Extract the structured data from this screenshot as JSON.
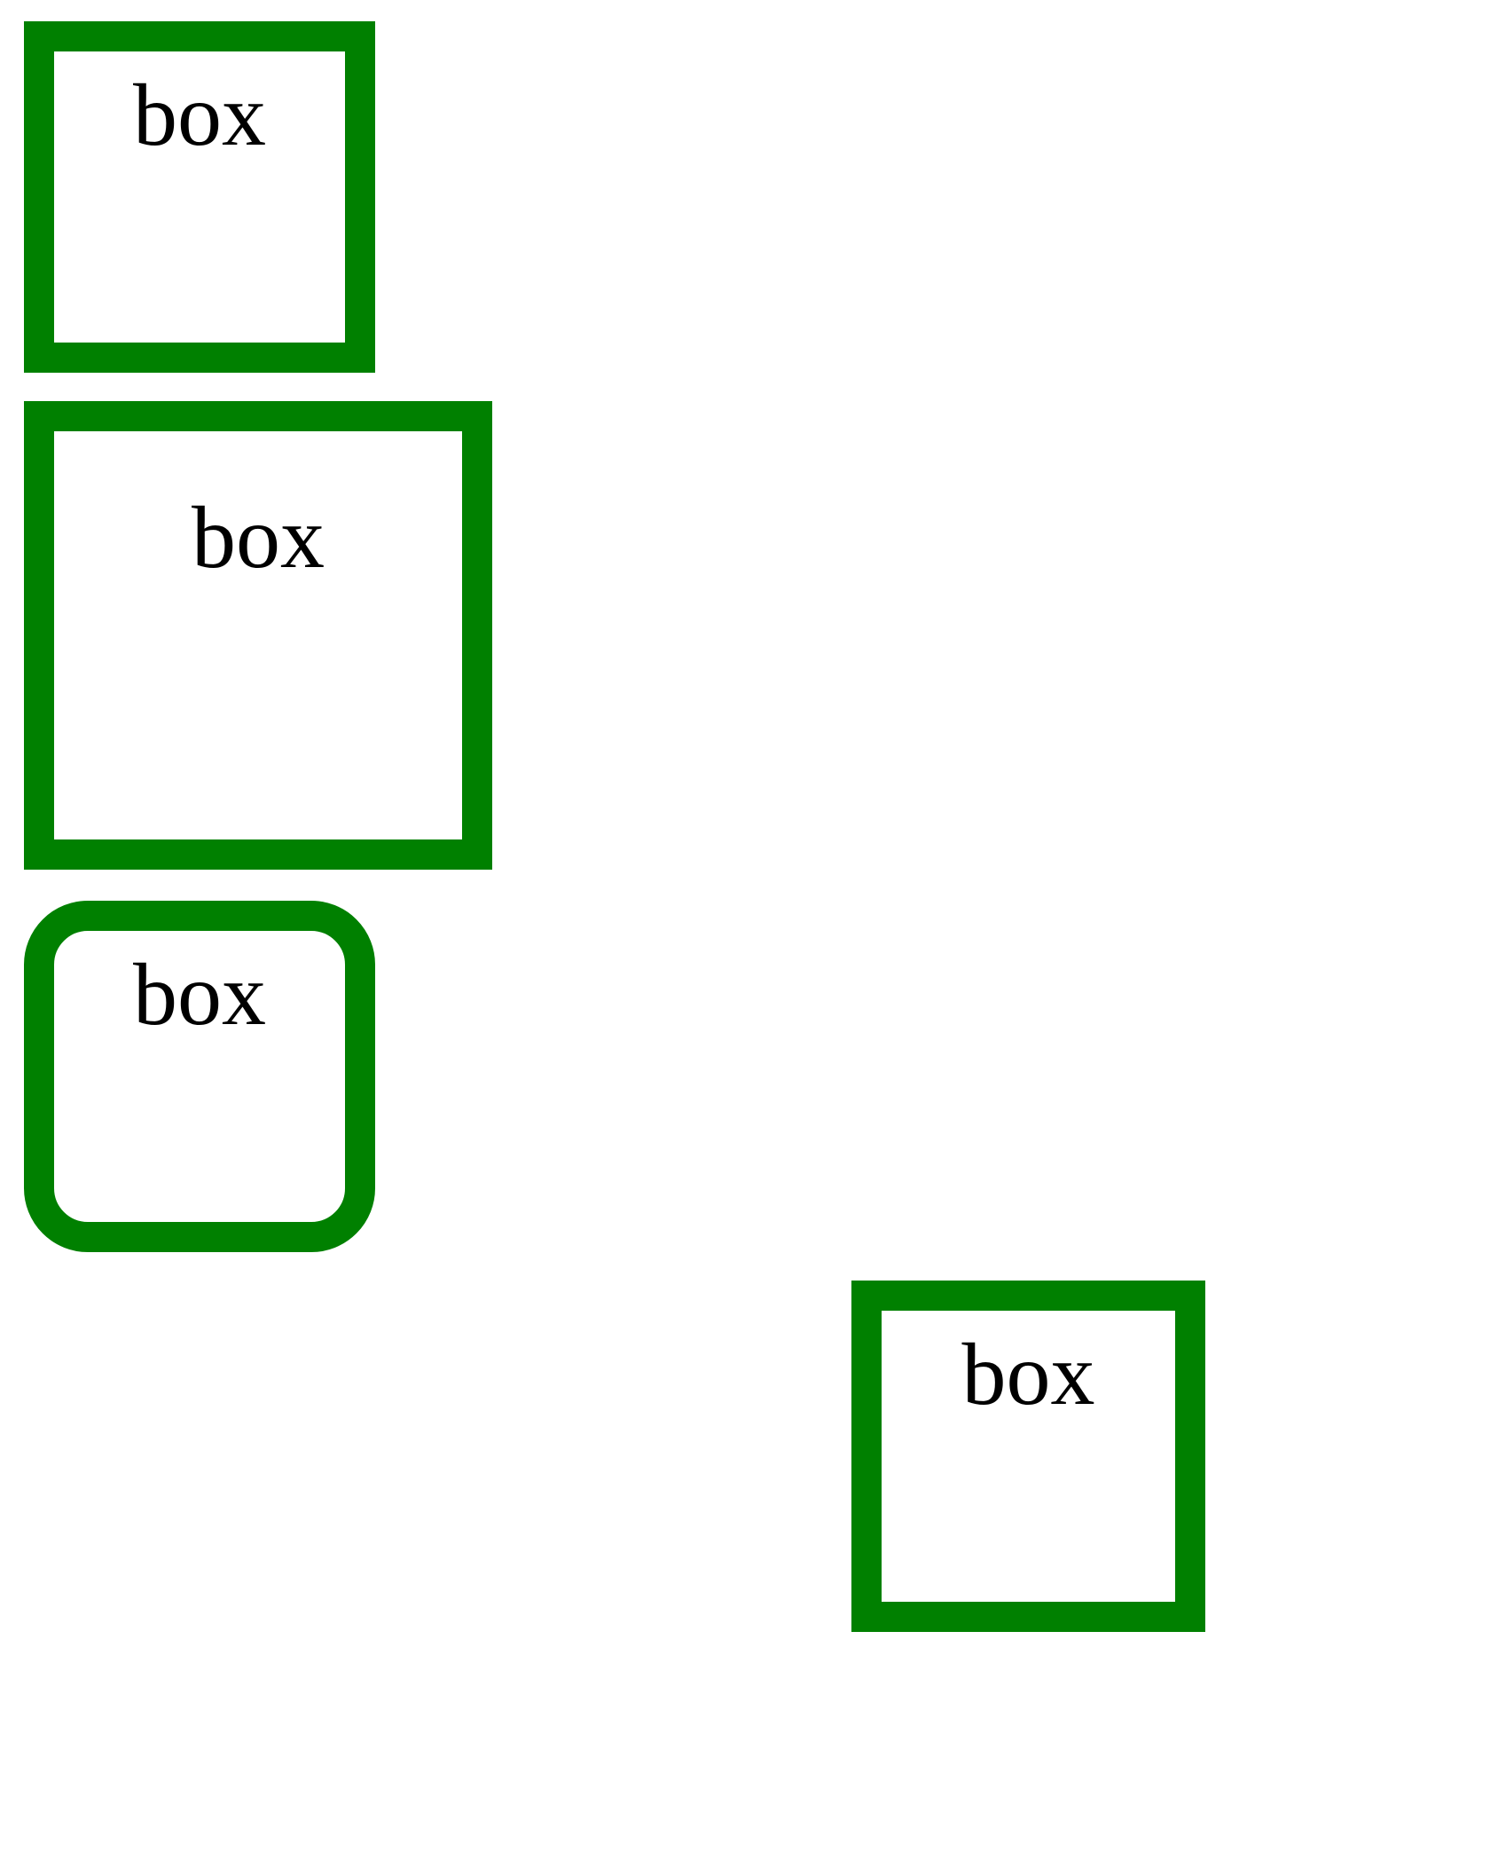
{
  "colors": {
    "border": "#008000",
    "text": "#000000",
    "background": "#ffffff"
  },
  "boxes": [
    {
      "label": "box"
    },
    {
      "label": "box"
    },
    {
      "label": "box"
    },
    {
      "label": "box"
    }
  ]
}
